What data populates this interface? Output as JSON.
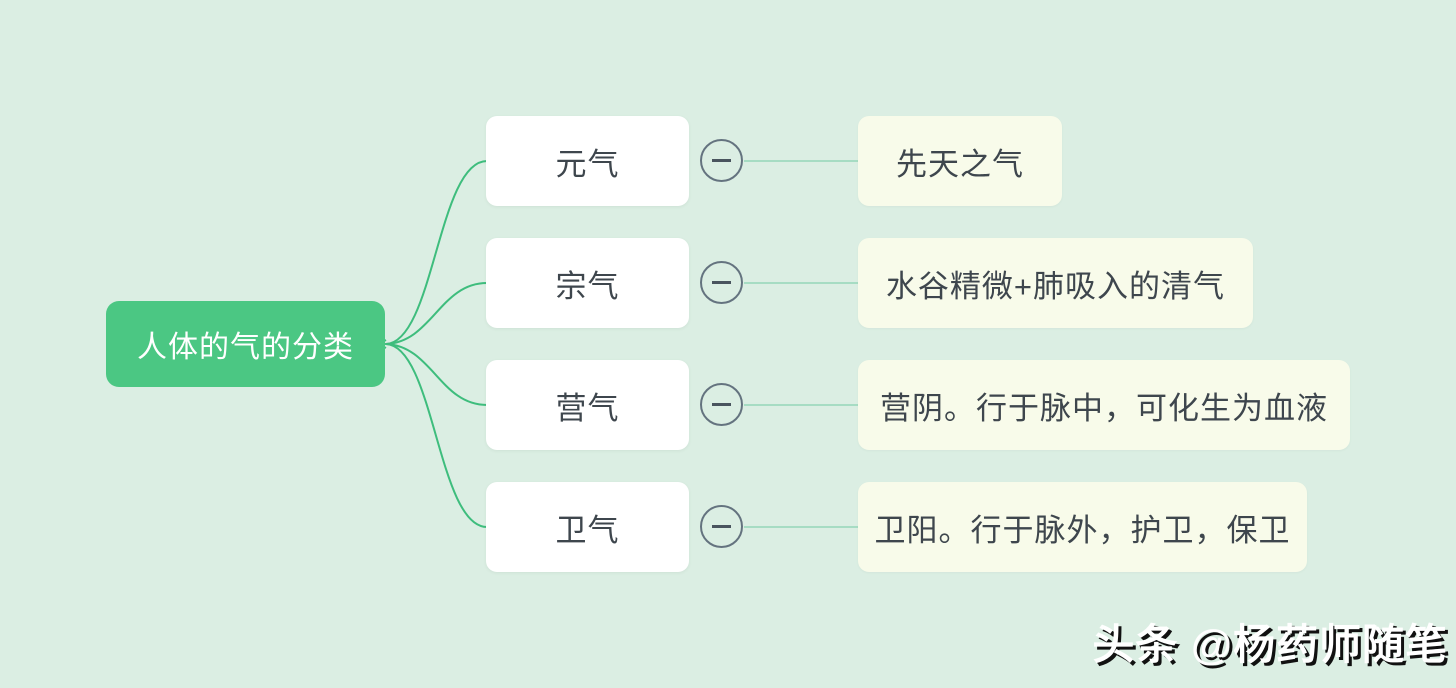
{
  "mindmap": {
    "root": {
      "label": "人体的气的分类"
    },
    "branches": [
      {
        "label": "元气",
        "description": "先天之气"
      },
      {
        "label": "宗气",
        "description": "水谷精微+肺吸入的清气"
      },
      {
        "label": "营气",
        "description": "营阴。行于脉中，可化生为血液"
      },
      {
        "label": "卫气",
        "description": "卫阳。行于脉外，护卫，保卫"
      }
    ],
    "collapse_icon": "minus-circle"
  },
  "watermark": {
    "text": "头条 @杨药师随笔"
  },
  "colors": {
    "background": "#dbeee3",
    "root_fill": "#4bc783",
    "root_text": "#ffffff",
    "branch_fill": "#ffffff",
    "leaf_fill": "#f8fbea",
    "node_text": "#3e464d",
    "curve_stroke": "#3ebd7d",
    "line_stroke": "#a6dcc3",
    "collapse_stroke": "#64737f",
    "collapse_minus": "#49545e"
  }
}
